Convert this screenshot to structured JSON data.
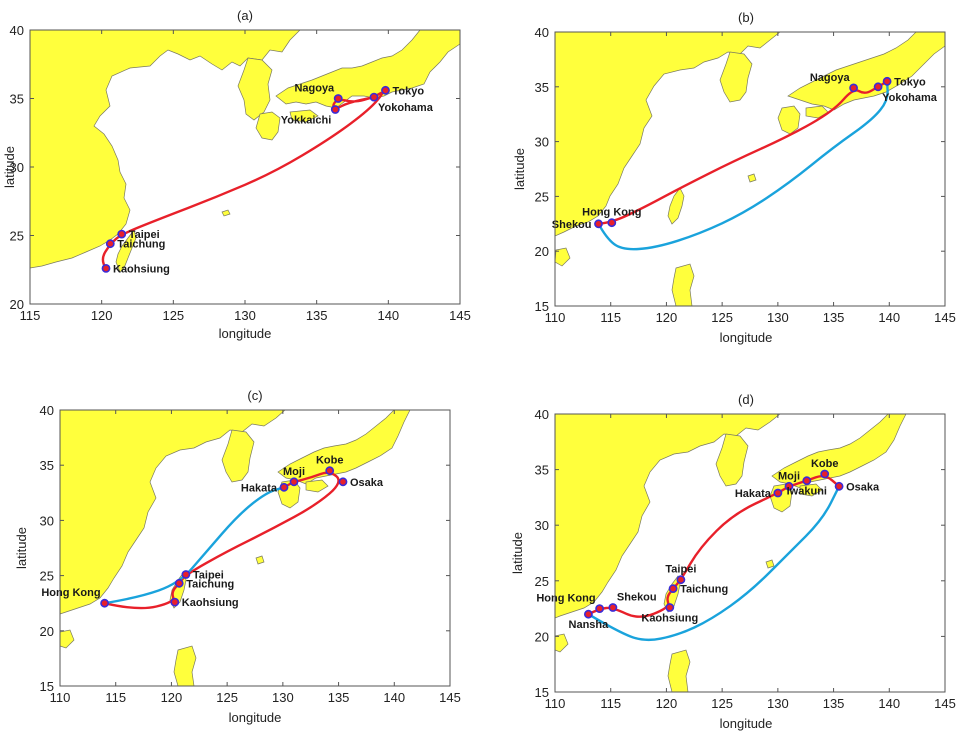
{
  "colors": {
    "land": "#ffff3c",
    "land_stroke": "#7a7a60",
    "sea": "#ffffff",
    "route_red": "#e8202a",
    "route_blue": "#1aa3dc",
    "port_marker": "#3a2bd8",
    "port_fill": "#e8202a"
  },
  "chart_data": [
    {
      "type": "map",
      "title": "(a)",
      "xlabel": "longitude",
      "ylabel": "latitude",
      "xlim": [
        115,
        145
      ],
      "ylim": [
        20,
        40
      ],
      "xticks": [
        115,
        120,
        125,
        130,
        135,
        140,
        145
      ],
      "yticks": [
        20,
        25,
        30,
        35,
        40
      ],
      "xtick_labels": [
        "115",
        "120",
        "125",
        "130",
        "135",
        "140",
        "145"
      ],
      "ytick_labels": [
        "20",
        "25",
        "30",
        "35",
        "40"
      ],
      "ports": [
        {
          "name": "Tokyo",
          "lon": 139.8,
          "lat": 35.6,
          "label_pos": "right"
        },
        {
          "name": "Yokohama",
          "lon": 139.0,
          "lat": 35.1,
          "label_pos": "below-right"
        },
        {
          "name": "Nagoya",
          "lon": 136.5,
          "lat": 35.0,
          "label_pos": "above-left"
        },
        {
          "name": "Yokkaichi",
          "lon": 136.3,
          "lat": 34.2,
          "label_pos": "below-left"
        },
        {
          "name": "Taipei",
          "lon": 121.4,
          "lat": 25.1,
          "label_pos": "right"
        },
        {
          "name": "Taichung",
          "lon": 120.6,
          "lat": 24.4,
          "label_pos": "right"
        },
        {
          "name": "Kaohsiung",
          "lon": 120.3,
          "lat": 22.6,
          "label_pos": "right"
        }
      ],
      "routes": [
        {
          "color": "red",
          "points": [
            [
              120.3,
              22.6
            ],
            [
              119.9,
              23.2
            ],
            [
              120.6,
              24.4
            ],
            [
              121.4,
              25.1
            ],
            [
              124,
              26.2
            ],
            [
              128,
              27.8
            ],
            [
              132,
              29.6
            ],
            [
              136,
              32.1
            ],
            [
              138.7,
              34.2
            ],
            [
              139.8,
              35.6
            ],
            [
              139,
              35.1
            ],
            [
              137.6,
              34.7
            ],
            [
              136.5,
              35.0
            ],
            [
              136.1,
              34.5
            ],
            [
              136.3,
              34.2
            ],
            [
              137.2,
              34.7
            ],
            [
              139,
              35.1
            ]
          ]
        }
      ]
    },
    {
      "type": "map",
      "title": "(b)",
      "xlabel": "longitude",
      "ylabel": "latitude",
      "xlim": [
        110,
        145
      ],
      "ylim": [
        15,
        40
      ],
      "xticks": [
        110,
        115,
        120,
        125,
        130,
        135,
        140,
        145
      ],
      "yticks": [
        15,
        20,
        25,
        30,
        35,
        40
      ],
      "xtick_labels": [
        "110",
        "115",
        "120",
        "125",
        "130",
        "135",
        "140",
        "145"
      ],
      "ytick_labels": [
        "15",
        "20",
        "25",
        "30",
        "35",
        "40"
      ],
      "ports": [
        {
          "name": "Tokyo",
          "lon": 139.8,
          "lat": 35.5,
          "label_pos": "right"
        },
        {
          "name": "Yokohama",
          "lon": 139.0,
          "lat": 35.0,
          "label_pos": "below-right"
        },
        {
          "name": "Nagoya",
          "lon": 136.8,
          "lat": 34.9,
          "label_pos": "above-left"
        },
        {
          "name": "Hong Kong",
          "lon": 115.1,
          "lat": 22.6,
          "label_pos": "above"
        },
        {
          "name": "Shekou",
          "lon": 113.9,
          "lat": 22.5,
          "label_pos": "left"
        }
      ],
      "routes": [
        {
          "color": "red",
          "points": [
            [
              113.9,
              22.5
            ],
            [
              115.1,
              22.6
            ],
            [
              118,
              24
            ],
            [
              121.5,
              25.9
            ],
            [
              126,
              28.2
            ],
            [
              131,
              30.5
            ],
            [
              135,
              32.8
            ],
            [
              136.8,
              34.9
            ],
            [
              137.8,
              34.3
            ],
            [
              139,
              35.0
            ],
            [
              139.8,
              35.5
            ]
          ]
        },
        {
          "color": "blue",
          "points": [
            [
              113.9,
              22.5
            ],
            [
              114.6,
              21.2
            ],
            [
              116,
              20.1
            ],
            [
              119,
              20.3
            ],
            [
              123,
              21.6
            ],
            [
              127,
              23.5
            ],
            [
              131,
              26.2
            ],
            [
              135,
              29.5
            ],
            [
              138.5,
              32
            ],
            [
              139.9,
              33.8
            ],
            [
              139.8,
              35.5
            ]
          ]
        }
      ]
    },
    {
      "type": "map",
      "title": "(c)",
      "xlabel": "longitude",
      "ylabel": "latitude",
      "xlim": [
        110,
        145
      ],
      "ylim": [
        15,
        40
      ],
      "xticks": [
        110,
        115,
        120,
        125,
        130,
        135,
        140,
        145
      ],
      "yticks": [
        15,
        20,
        25,
        30,
        35,
        40
      ],
      "xtick_labels": [
        "110",
        "115",
        "120",
        "125",
        "130",
        "135",
        "140",
        "145"
      ],
      "ytick_labels": [
        "15",
        "20",
        "25",
        "30",
        "35",
        "40"
      ],
      "ports": [
        {
          "name": "Kobe",
          "lon": 134.2,
          "lat": 34.5,
          "label_pos": "above"
        },
        {
          "name": "Moji",
          "lon": 131.0,
          "lat": 33.5,
          "label_pos": "above"
        },
        {
          "name": "Hakata",
          "lon": 130.1,
          "lat": 33.0,
          "label_pos": "left"
        },
        {
          "name": "Osaka",
          "lon": 135.4,
          "lat": 33.5,
          "label_pos": "right"
        },
        {
          "name": "Taipei",
          "lon": 121.3,
          "lat": 25.1,
          "label_pos": "right"
        },
        {
          "name": "Taichung",
          "lon": 120.7,
          "lat": 24.3,
          "label_pos": "right"
        },
        {
          "name": "Kaohsiung",
          "lon": 120.3,
          "lat": 22.6,
          "label_pos": "right"
        },
        {
          "name": "Hong Kong",
          "lon": 114.0,
          "lat": 22.5,
          "label_pos": "above-left"
        }
      ],
      "routes": [
        {
          "color": "red",
          "points": [
            [
              114.0,
              22.5
            ],
            [
              117,
              21.8
            ],
            [
              120.3,
              22.6
            ],
            [
              120.0,
              23.5
            ],
            [
              120.7,
              24.3
            ],
            [
              121.3,
              25.1
            ],
            [
              125,
              27.2
            ],
            [
              129,
              29.2
            ],
            [
              133,
              31.4
            ],
            [
              135.4,
              33.5
            ],
            [
              134.2,
              34.5
            ],
            [
              132.6,
              33.9
            ],
            [
              131.0,
              33.5
            ],
            [
              130.1,
              33.0
            ]
          ]
        },
        {
          "color": "blue",
          "points": [
            [
              114.0,
              22.5
            ],
            [
              117,
              23
            ],
            [
              120.7,
              24.3
            ],
            [
              123,
              27
            ],
            [
              126,
              30.5
            ],
            [
              128.5,
              32.5
            ],
            [
              130.1,
              33.0
            ]
          ]
        }
      ]
    },
    {
      "type": "map",
      "title": "(d)",
      "xlabel": "longitude",
      "ylabel": "latitude",
      "xlim": [
        110,
        145
      ],
      "ylim": [
        15,
        40
      ],
      "xticks": [
        110,
        115,
        120,
        125,
        130,
        135,
        140,
        145
      ],
      "yticks": [
        15,
        20,
        25,
        30,
        35,
        40
      ],
      "xtick_labels": [
        "110",
        "115",
        "120",
        "125",
        "130",
        "135",
        "140",
        "145"
      ],
      "ytick_labels": [
        "15",
        "20",
        "25",
        "30",
        "35",
        "40"
      ],
      "ports": [
        {
          "name": "Moji",
          "lon": 131.0,
          "lat": 33.5,
          "label_pos": "above"
        },
        {
          "name": "Kobe",
          "lon": 134.2,
          "lat": 34.6,
          "label_pos": "above"
        },
        {
          "name": "Hakata",
          "lon": 130.0,
          "lat": 32.9,
          "label_pos": "left"
        },
        {
          "name": "Iwakuni",
          "lon": 132.6,
          "lat": 34.0,
          "label_pos": "below"
        },
        {
          "name": "Osaka",
          "lon": 135.5,
          "lat": 33.5,
          "label_pos": "right"
        },
        {
          "name": "Taipei",
          "lon": 121.3,
          "lat": 25.1,
          "label_pos": "above"
        },
        {
          "name": "Taichung",
          "lon": 120.6,
          "lat": 24.3,
          "label_pos": "right"
        },
        {
          "name": "Kaohsiung",
          "lon": 120.3,
          "lat": 22.6,
          "label_pos": "below"
        },
        {
          "name": "Hong Kong",
          "lon": 114.0,
          "lat": 22.5,
          "label_pos": "above-left"
        },
        {
          "name": "Shekou",
          "lon": 115.2,
          "lat": 22.6,
          "label_pos": "above-right"
        },
        {
          "name": "Nansha",
          "lon": 113.0,
          "lat": 22.0,
          "label_pos": "below"
        }
      ],
      "routes": [
        {
          "color": "red",
          "points": [
            [
              113.0,
              22.0
            ],
            [
              114.0,
              22.5
            ],
            [
              115.2,
              22.6
            ],
            [
              117.5,
              21.5
            ],
            [
              120.3,
              22.6
            ],
            [
              120.0,
              23.5
            ],
            [
              120.6,
              24.3
            ],
            [
              121.3,
              25.1
            ],
            [
              123,
              28
            ],
            [
              126,
              31
            ],
            [
              130.0,
              32.9
            ],
            [
              131.0,
              33.5
            ],
            [
              132.6,
              34.0
            ],
            [
              134.2,
              34.6
            ],
            [
              135.5,
              33.5
            ]
          ]
        },
        {
          "color": "blue",
          "points": [
            [
              113.0,
              22.0
            ],
            [
              115.5,
              20.5
            ],
            [
              118,
              19.5
            ],
            [
              121,
              20.1
            ],
            [
              124,
              21.5
            ],
            [
              127.5,
              24
            ],
            [
              131,
              27.5
            ],
            [
              134,
              30.5
            ],
            [
              135.5,
              33.5
            ]
          ]
        }
      ]
    }
  ]
}
